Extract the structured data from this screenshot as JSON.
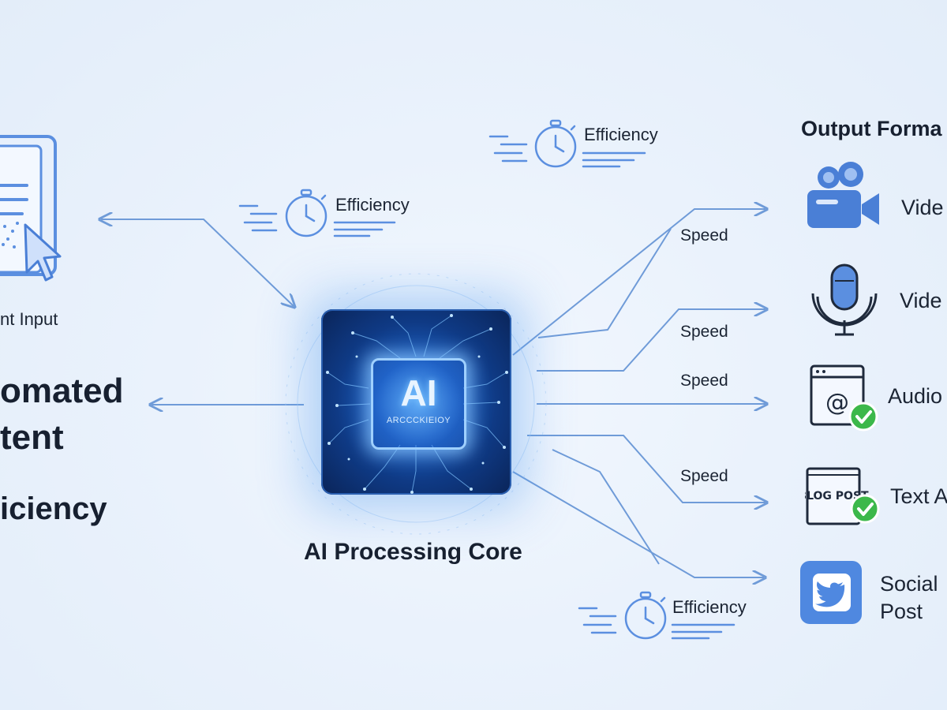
{
  "left_panel": {
    "input_label": "nt Input",
    "headline_line1": "omated",
    "headline_line2": "tent",
    "headline_line3": "iciency"
  },
  "core": {
    "chip_text": "AI",
    "chip_subtext": "ARCCCKIEIOY",
    "title": "AI Processing Core"
  },
  "efficiency_badges": [
    "Efficiency",
    "Efficiency",
    "Efficiency"
  ],
  "speed_labels": [
    "Speed",
    "Speed",
    "Speed",
    "Speed"
  ],
  "outputs": {
    "title": "Output Forma",
    "items": [
      {
        "label": "Vide",
        "icon": "video-camera-icon"
      },
      {
        "label": "Vide",
        "icon": "microphone-icon"
      },
      {
        "label": "Audio",
        "icon": "email-check-icon"
      },
      {
        "label": "Text A",
        "icon": "blog-post-icon",
        "icon_text": "BLOG POST"
      },
      {
        "label_line1": "Social",
        "label_line2": "Post",
        "icon": "twitter-bird-icon"
      }
    ]
  },
  "colors": {
    "accent": "#4a7fd6",
    "arrow": "#6f9bd8",
    "check_green": "#3cb84a",
    "core_dark": "#0a2458"
  }
}
